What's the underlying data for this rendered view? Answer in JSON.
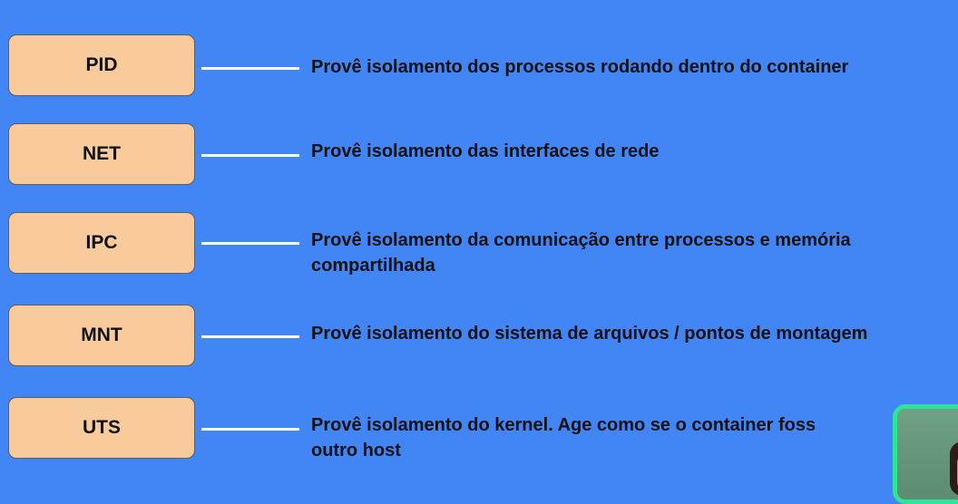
{
  "colors": {
    "background": "#4285f4",
    "box_fill": "#f9cb9c",
    "connector": "#ffffff",
    "text": "#111111",
    "webcam_border": "#2ee39a"
  },
  "namespaces": [
    {
      "label": "PID",
      "description": [
        "Provê isolamento dos processos rodando dentro do container"
      ]
    },
    {
      "label": "NET",
      "description": [
        "Provê isolamento das interfaces de rede"
      ]
    },
    {
      "label": "IPC",
      "description": [
        "Provê isolamento da comunicação entre processos e memória",
        "compartilhada"
      ]
    },
    {
      "label": "MNT",
      "description": [
        "Provê isolamento do sistema de arquivos / pontos de montagem"
      ]
    },
    {
      "label": "UTS",
      "description": [
        "Provê isolamento do kernel. Age como se o container foss",
        "outro host"
      ]
    }
  ]
}
